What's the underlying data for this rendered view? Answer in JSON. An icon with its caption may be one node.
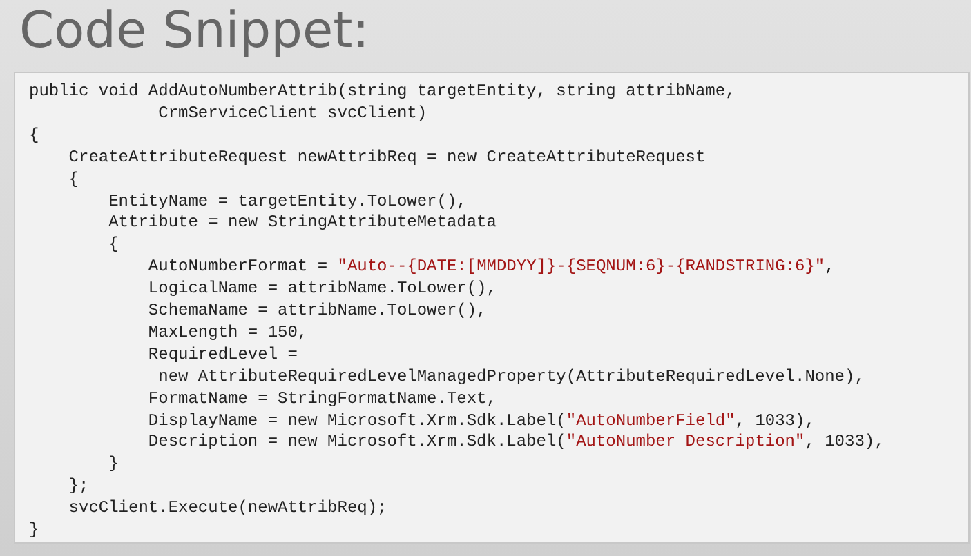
{
  "diagram": {
    "title": "Code Snippet:",
    "labels": [
      "public void AddAutoNumberAttrib(string targetEntity, string attribName,",
      "             CrmServiceClient svcClient)",
      "{",
      "    CreateAttributeRequest newAttribReq = new CreateAttributeRequest",
      "    {",
      "        EntityName = targetEntity.ToLower(),",
      "        Attribute = new StringAttributeMetadata",
      "        {",
      "            AutoNumberFormat = \"Auto--{DATE:[MMDDYY]}-{SEQNUM:6}-{RANDSTRING:6}\",",
      "            LogicalName = attribName.ToLower(),",
      "            SchemaName = attribName.ToLower(),",
      "            MaxLength = 150,",
      "            RequiredLevel =",
      "             new AttributeRequiredLevelManagedProperty(AttributeRequiredLevel.None),",
      "            FormatName = StringFormatName.Text,",
      "            DisplayName = new Microsoft.Xrm.Sdk.Label(\"AutoNumberField\", 1033),",
      "            Description = new Microsoft.Xrm.Sdk.Label(\"AutoNumber Description\", 1033),",
      "        }",
      "    };",
      "    svcClient.Execute(newAttribReq);",
      "}"
    ]
  }
}
